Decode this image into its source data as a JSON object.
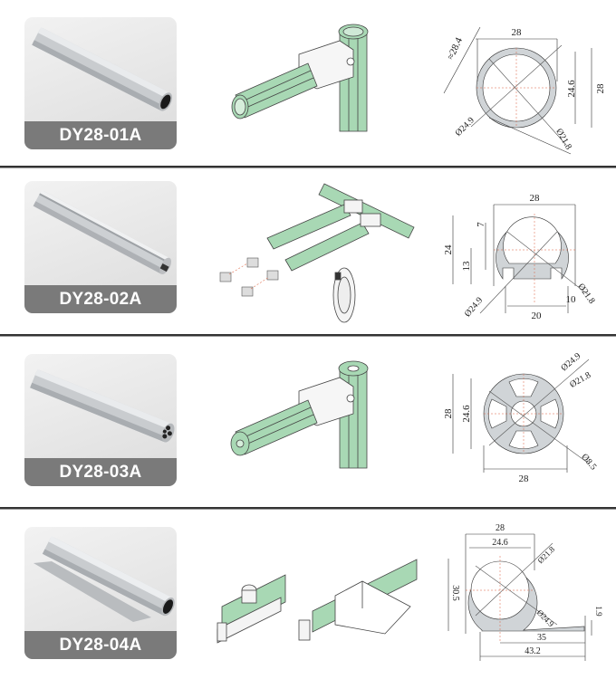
{
  "page": {
    "background": "#ffffff",
    "divider_color": "#333333",
    "accent_green": "#a8d8b4",
    "label_band_color": "#7a7a7a"
  },
  "products": [
    {
      "model": "DY28-01A",
      "photo": "round-aluminum-pipe",
      "assembly": "tee-joint-assembly",
      "drawing": {
        "type": "round-profile",
        "dims": {
          "width": "28",
          "diag": "≈28.4",
          "inner_height": "24.6",
          "height": "28",
          "outer_dia": "Ø24.9",
          "inner_dia": "Ø21.8"
        }
      }
    },
    {
      "model": "DY28-02A",
      "photo": "slotted-aluminum-pipe",
      "assembly": "caster-frame-assembly",
      "drawing": {
        "type": "slotted-profile",
        "dims": {
          "width": "28",
          "height": "24",
          "slot_depth": "7",
          "slot_height": "13",
          "outer_dia": "Ø24.9",
          "inner_dia": "Ø21.8",
          "lip": "10",
          "slot_width": "20"
        }
      }
    },
    {
      "model": "DY28-03A",
      "photo": "multi-bore-aluminum-pipe",
      "assembly": "tee-joint-assembly",
      "drawing": {
        "type": "four-chamber-profile",
        "dims": {
          "height": "28",
          "inner_height": "24.6",
          "width": "28",
          "outer_dia": "Ø24.9",
          "inner_dia": "Ø21.8",
          "center_dia": "Ø8.5"
        }
      }
    },
    {
      "model": "DY28-04A",
      "photo": "flanged-aluminum-pipe",
      "assembly": "flange-panel-assembly",
      "drawing": {
        "type": "flanged-profile",
        "dims": {
          "width": "28",
          "inner_width": "24.6",
          "height": "30.5",
          "inner_dia": "Ø21.8",
          "outer_dia": "Ø24.9",
          "flange_thickness": "1.9",
          "flange_length": "35",
          "total_length": "43.2"
        }
      }
    }
  ]
}
